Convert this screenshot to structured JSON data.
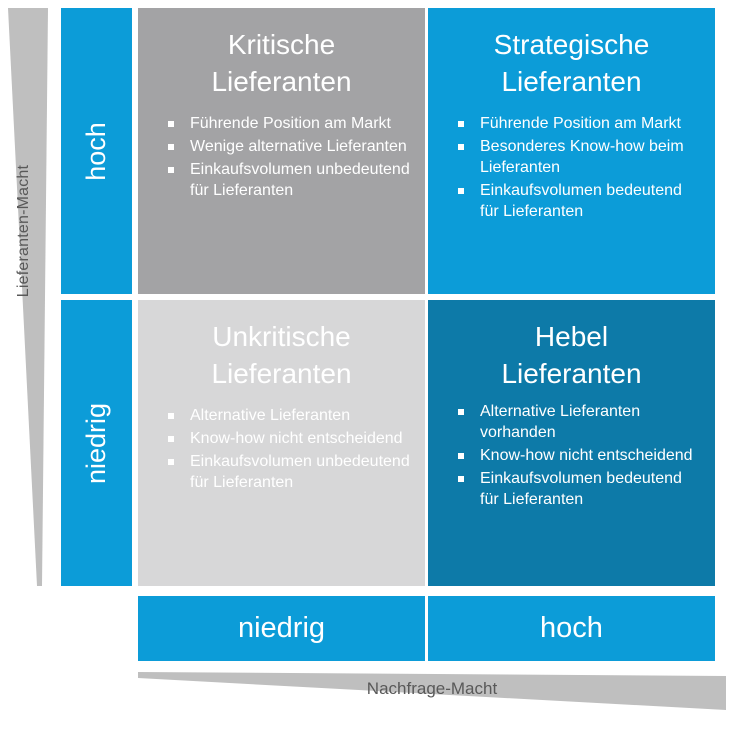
{
  "axes": {
    "y": {
      "title": "Lieferanten-Macht",
      "labels": {
        "high": "hoch",
        "low": "niedrig"
      }
    },
    "x": {
      "title": "Nachfrage-Macht",
      "labels": {
        "low": "niedrig",
        "high": "hoch"
      }
    }
  },
  "colors": {
    "bright_blue": "#0C9CD8",
    "dark_blue": "#0D7AA8",
    "mid_gray": "#A3A3A5",
    "light_gray": "#D7D7D8",
    "wedge_gray": "#BFBFBF",
    "axis_text": "#595959",
    "label_text": "#FFFFFF"
  },
  "quadrants": [
    {
      "id": "kritische",
      "title": "Kritische Lieferanten",
      "title_lines": [
        "Kritische",
        "Lieferanten"
      ],
      "bullets": [
        "Führende Position am Markt",
        "Wenige alternative Lieferanten",
        "Einkaufsvolumen unbedeutend für Lieferanten"
      ]
    },
    {
      "id": "strategische",
      "title": "Strategische Lieferanten",
      "title_lines": [
        "Strategische",
        "Lieferanten"
      ],
      "bullets": [
        "Führende Position am Markt",
        "Besonderes Know-how beim Lieferanten",
        "Einkaufsvolumen bedeutend für Lieferanten"
      ]
    },
    {
      "id": "unkritische",
      "title": "Unkritische Lieferanten",
      "title_lines": [
        "Unkritische",
        "Lieferanten"
      ],
      "bullets": [
        "Alternative Lieferanten",
        "Know-how nicht entscheidend",
        "Einkaufsvolumen unbedeutend für Lieferanten"
      ]
    },
    {
      "id": "hebel",
      "title": "Hebel Lieferanten",
      "title_lines": [
        "Hebel",
        "Lieferanten"
      ],
      "bullets": [
        "Alternative Lieferanten vorhanden",
        "Know-how nicht entscheidend",
        "Einkaufsvolumen bedeutend für Lieferanten"
      ]
    }
  ]
}
